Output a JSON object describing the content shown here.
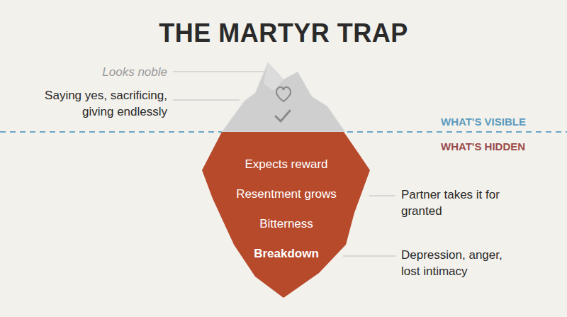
{
  "diagram": {
    "title": "THE MARTYR TRAP",
    "nodes": [
      {
        "text": [
          "Expects reward",
          "Resentment grows",
          "Bitterness",
          "Breakdown"
        ]
      }
    ],
    "labels": [
      "Looks noble",
      "Saying yes, sacrificing, giving endlessly",
      "WHAT'S VISIBLE",
      "WHAT'S HIDDEN",
      "Partner takes it for granted",
      "Depression, anger, lost intimacy"
    ]
  }
}
